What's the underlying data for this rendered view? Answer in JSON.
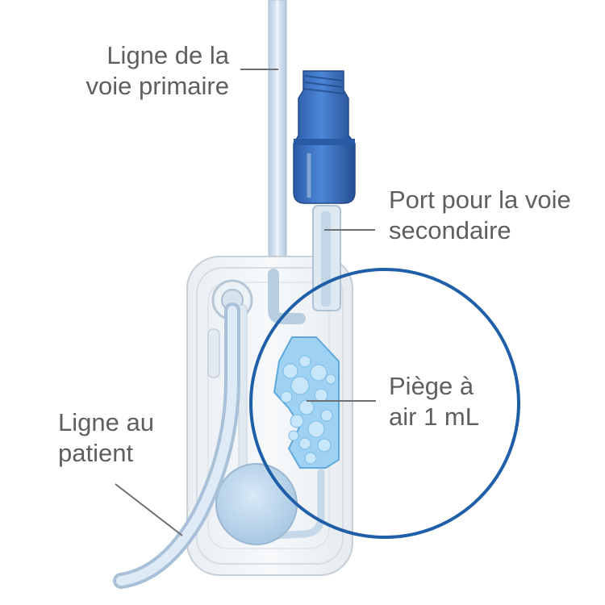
{
  "labels": {
    "primary_line": [
      "Ligne de la",
      "voie primaire"
    ],
    "secondary_port": [
      "Port pour la voie",
      "secondaire"
    ],
    "air_trap": [
      "Piège à",
      "air 1 mL"
    ],
    "patient_line": [
      "Ligne au",
      "patient"
    ]
  },
  "colors": {
    "leader": "#6d6f72",
    "text": "#5d5f61",
    "highlight_circle": "#1f5fa8",
    "connector_blue": "#3b72c0",
    "tube": "#cfe0ef",
    "air_trap_fill": "#8cc8ee"
  }
}
